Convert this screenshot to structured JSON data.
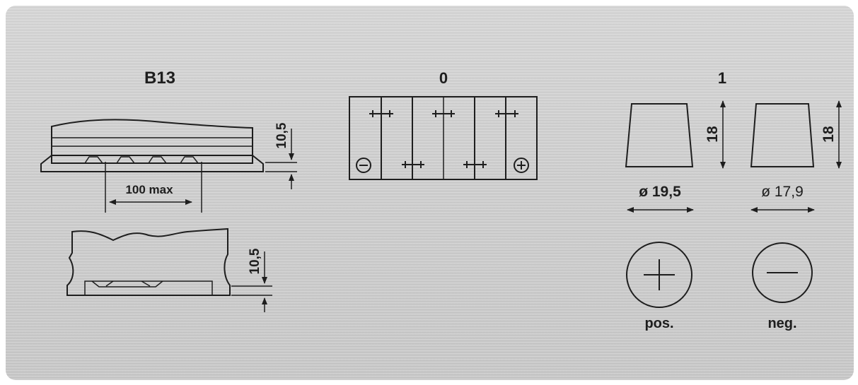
{
  "layout_code": "B13",
  "layout_code_height_1": "10,5",
  "layout_code_height_2": "10,5",
  "layout_code_width": "100 max",
  "circuit_label": "0",
  "terminal_label": "1",
  "terminal_pos": {
    "height": "18",
    "diameter": "ø 19,5",
    "caption": "pos."
  },
  "terminal_neg": {
    "height": "18",
    "diameter": "ø 17,9",
    "caption": "neg."
  }
}
